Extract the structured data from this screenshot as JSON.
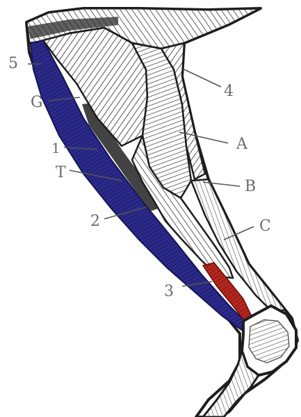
{
  "diagram": {
    "labels": {
      "five": "5",
      "g": "G",
      "one": "1",
      "t": "T",
      "two": "2",
      "three": "3",
      "four": "4",
      "a": "A",
      "b": "B",
      "c": "C"
    },
    "colors": {
      "ink": "#1e1e1e",
      "outline_gray": "#555555",
      "blue_muscle": "#2b2a8a",
      "red_muscle": "#b3261e",
      "label_gray": "#6a6a6a",
      "background": "#ffffff"
    }
  }
}
